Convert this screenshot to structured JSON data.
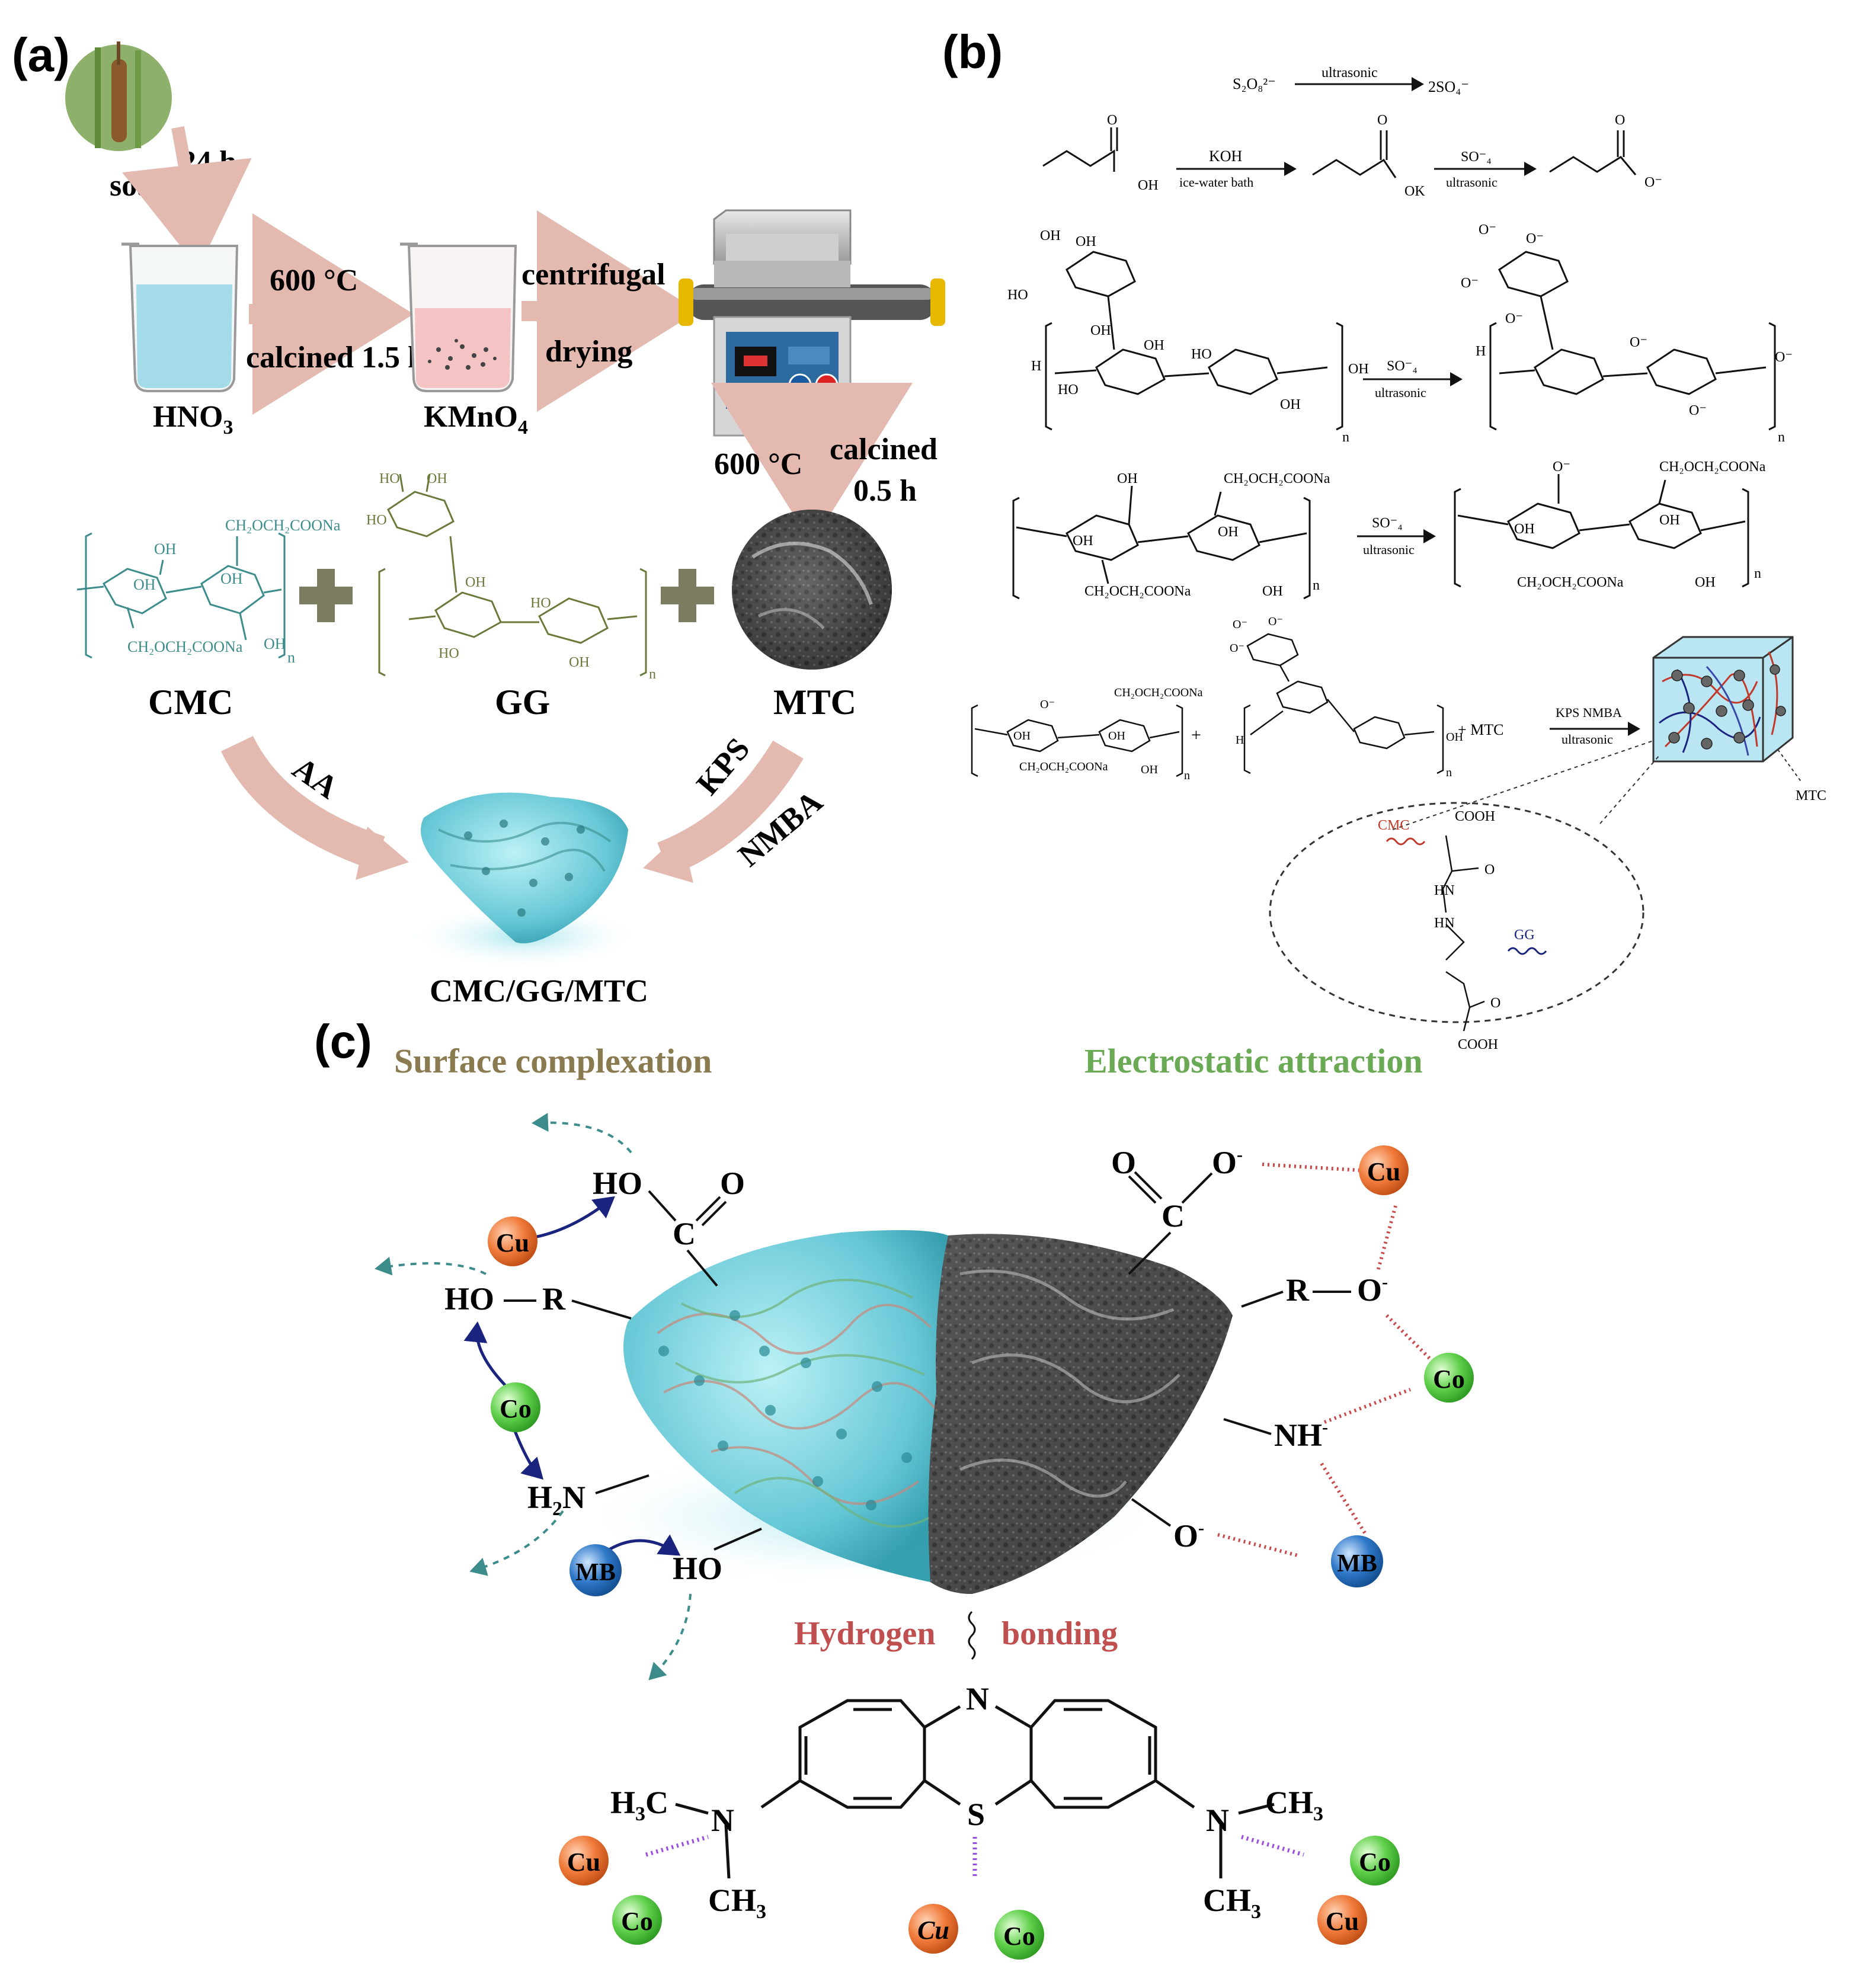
{
  "panels": {
    "a": {
      "label": "(a)",
      "soak": "soak",
      "h24": "24 h",
      "t600": "600 °C",
      "calc15": "calcined 1.5 h",
      "hno3": "HNO",
      "hno3_sub": "3",
      "kmno4": "KMnO",
      "kmno4_sub": "4",
      "centrifugal": "centrifugal",
      "drying": "drying",
      "t600b": "600 °C",
      "calcined": "calcined",
      "h05": "0.5 h",
      "cmc": "CMC",
      "gg": "GG",
      "mtc": "MTC",
      "aa": "AA",
      "kps": "KPS",
      "nmba": "NMBA",
      "product": "CMC/GG/MTC",
      "struct_labels": {
        "cmc_top": "CH₂OCH₂COONa",
        "cmc_bot": "CH₂OCH₂COONa",
        "oh": "OH",
        "ho": "HO",
        "n": "n"
      }
    },
    "b": {
      "label": "(b)",
      "persulfate": "S₂O₈²⁻",
      "ultrasonic": "ultrasonic",
      "so4": "2SO₄⁻",
      "koh": "KOH",
      "icebath": "ice-water bath",
      "so4b": "SO⁻₄",
      "oh": "OH",
      "ok": "OK",
      "o_minus": "O⁻",
      "o": "O",
      "ho": "HO",
      "h": "H",
      "n": "n",
      "ch2": "CH₂OCH₂COONa",
      "kpsnmba": "KPS NMBA",
      "plusmtc": "+ MTC",
      "mtc": "MTC",
      "cmc": "CMC",
      "gg": "GG",
      "cooh": "COOH",
      "hn": "HN"
    },
    "c": {
      "label": "(c)",
      "surface": "Surface complexation",
      "electro": "Electrostatic attraction",
      "hydrogen": "Hydrogen",
      "bonding": "bonding",
      "ho_o": "HO",
      "o_dbl": "O",
      "c": "C",
      "hor": "HO",
      "r": "R",
      "h2n": "H",
      "h2n_sub": "2",
      "h2n_n": "N",
      "ho_b": "HO",
      "o_l": "O",
      "o_minus": "O",
      "nh": "NH",
      "ominus2": "O",
      "n_top": "N",
      "s": "S",
      "h3c": "H",
      "h3c_sub": "3",
      "h3c_c": "C",
      "ch3": "CH",
      "ch3_sub": "3",
      "n_left": "N",
      "n_right": "N",
      "ions": {
        "cu": "Cu",
        "co": "Co",
        "mb": "MB"
      }
    }
  },
  "colors": {
    "cu": "#f07a3a",
    "co": "#5fcf4a",
    "mb": "#2f78c8",
    "surface": "#8a7a50",
    "electro": "#6aaa55",
    "hydrogen": "#c05050",
    "arrow": "#e3b9b0",
    "hydrogel": "#5fc5d4",
    "teal": "#3d8c8c",
    "plus": "#7c7c60",
    "dashed": "#c84a4a"
  }
}
